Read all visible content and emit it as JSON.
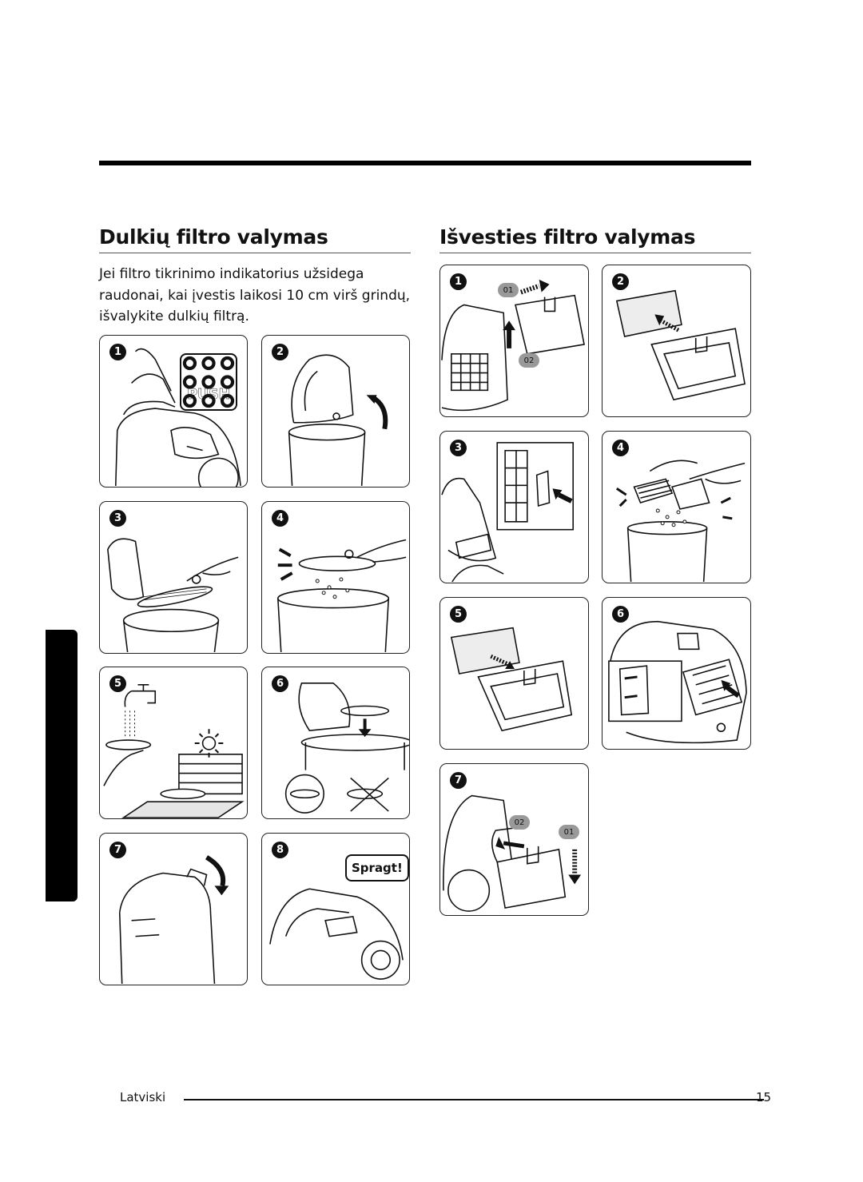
{
  "left": {
    "title": "Dulkių filtro valymas",
    "intro": "Jei filtro tikrinimo indikatorius užsidega raudonai, kai įvestis laikosi 10 cm virš grindų, išvalykite dulkių filtrą.",
    "steps": [
      "1",
      "2",
      "3",
      "4",
      "5",
      "6",
      "7",
      "8"
    ],
    "push_label": "PUSH",
    "spragt_label": "Spragt!"
  },
  "right": {
    "title": "Išvesties filtro valymas",
    "steps": [
      "1",
      "2",
      "3",
      "4",
      "5",
      "6",
      "7"
    ],
    "step_tags": {
      "a": "01",
      "b": "02"
    }
  },
  "footer": {
    "language": "Latviski",
    "page": "15"
  }
}
